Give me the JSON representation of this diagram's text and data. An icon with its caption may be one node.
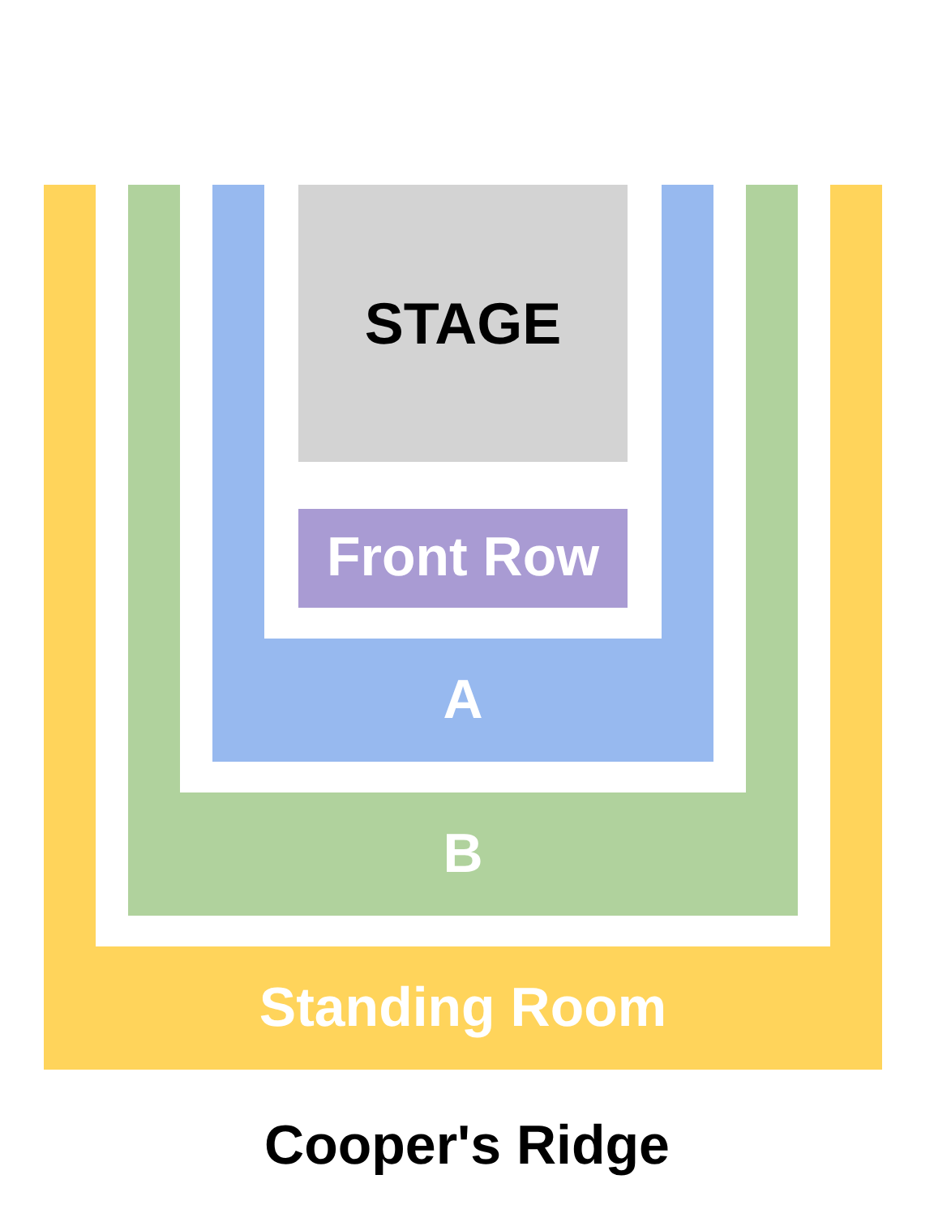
{
  "diagram": {
    "caption": "Cooper's Ridge",
    "nodes": [
      {
        "text": [
          "STAGE"
        ]
      },
      {
        "text": [
          "Front Row"
        ]
      },
      {
        "text": [
          "A"
        ]
      },
      {
        "text": [
          "B"
        ]
      },
      {
        "text": [
          "Standing Room"
        ]
      }
    ]
  }
}
